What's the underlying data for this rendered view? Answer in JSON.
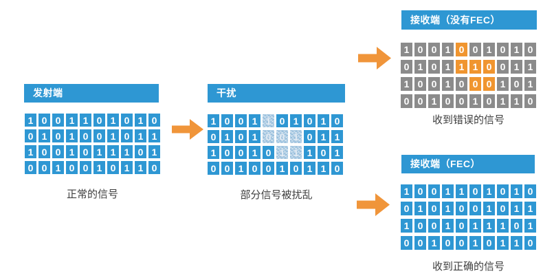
{
  "colors": {
    "blue": "#2E97D3",
    "gray": "#8B8B8B",
    "orange": "#F0952F",
    "disturbed": "#AACBE3",
    "arrow_orange": "#F0953A",
    "caption_text": "#3D3D3D"
  },
  "sections": {
    "transmitter": {
      "header": "发射端",
      "caption": "正常的信号",
      "grid": {
        "base": "blue",
        "rows": [
          "1001101010",
          "0101001011",
          "1001011101",
          "0010010110"
        ],
        "altered": [],
        "altered_style": ""
      }
    },
    "interference": {
      "header": "干扰",
      "caption": "部分信号被扰乱",
      "grid": {
        "base": "blue",
        "rows": [
          "1001101010",
          "0101001011",
          "1001011101",
          "0010010110"
        ],
        "altered": [
          [
            0,
            4
          ],
          [
            1,
            4
          ],
          [
            1,
            5
          ],
          [
            1,
            6
          ],
          [
            2,
            5
          ],
          [
            2,
            6
          ]
        ],
        "altered_style": "disturbed"
      }
    },
    "receiver_no_fec": {
      "header": "接收端（没有FEC）",
      "caption": "收到错误的信号",
      "grid": {
        "base": "gray",
        "rows": [
          "1001001010",
          "0101110011",
          "1001000101",
          "0010010110"
        ],
        "altered": [
          [
            0,
            4
          ],
          [
            1,
            4
          ],
          [
            1,
            5
          ],
          [
            1,
            6
          ],
          [
            2,
            5
          ],
          [
            2,
            6
          ]
        ],
        "altered_style": "error"
      }
    },
    "receiver_fec": {
      "header": "接收端（FEC）",
      "caption": "收到正确的信号",
      "grid": {
        "base": "blue",
        "rows": [
          "1001101010",
          "0101001011",
          "1001011101",
          "0010010110"
        ],
        "altered": [],
        "altered_style": ""
      }
    }
  }
}
